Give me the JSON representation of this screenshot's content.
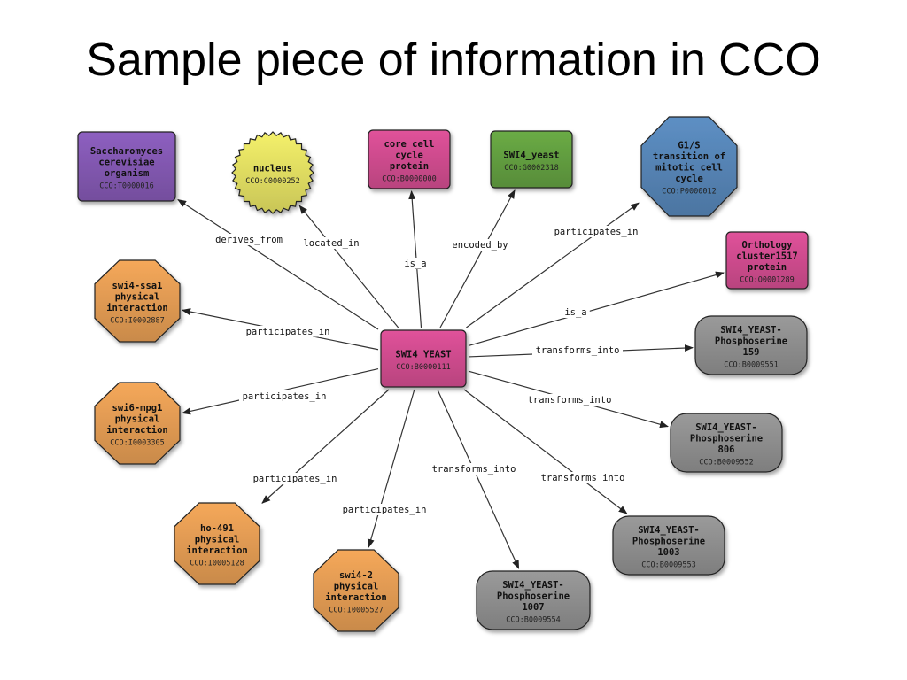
{
  "title": "Sample piece of information in CCO",
  "colors": {
    "purple": "#8d5fc0",
    "yellow": "#f4f06a",
    "magenta": "#e0529a",
    "green": "#6aab45",
    "blue": "#5d8fc4",
    "orange": "#f5a85a",
    "gray": "#9a9a9a"
  },
  "diagram": {
    "center": {
      "lines": [
        "SWI4_YEAST"
      ],
      "id": "CCO:B0000111"
    },
    "nodes": [
      {
        "key": "saccharomyces",
        "lines": [
          "Saccharomyces",
          "cerevisiae",
          "organism"
        ],
        "id": "CCO:T0000016",
        "color": "purple",
        "shape": "roundrect"
      },
      {
        "key": "nucleus",
        "lines": [
          "nucleus"
        ],
        "id": "CCO:C0000252",
        "color": "yellow",
        "shape": "star"
      },
      {
        "key": "core-cell-cycle",
        "lines": [
          "core cell",
          "cycle",
          "protein"
        ],
        "id": "CCO:B0000000",
        "color": "magenta",
        "shape": "roundrect"
      },
      {
        "key": "swi4-yeast-gene",
        "lines": [
          "SWI4_yeast"
        ],
        "id": "CCO:G0002318",
        "color": "green",
        "shape": "roundrect"
      },
      {
        "key": "g1s-transition",
        "lines": [
          "G1/S",
          "transition of",
          "mitotic cell",
          "cycle"
        ],
        "id": "CCO:P0000012",
        "color": "blue",
        "shape": "octagon"
      },
      {
        "key": "orthology-cluster",
        "lines": [
          "Orthology",
          "cluster1517",
          "protein"
        ],
        "id": "CCO:O0001289",
        "color": "magenta",
        "shape": "roundrect"
      },
      {
        "key": "phospho-159",
        "lines": [
          "SWI4_YEAST-",
          "Phosphoserine",
          "159"
        ],
        "id": "CCO:B0009551",
        "color": "gray",
        "shape": "pill"
      },
      {
        "key": "phospho-806",
        "lines": [
          "SWI4_YEAST-",
          "Phosphoserine",
          "806"
        ],
        "id": "CCO:B0009552",
        "color": "gray",
        "shape": "pill"
      },
      {
        "key": "phospho-1003",
        "lines": [
          "SWI4_YEAST-",
          "Phosphoserine",
          "1003"
        ],
        "id": "CCO:B0009553",
        "color": "gray",
        "shape": "pill"
      },
      {
        "key": "phospho-1007",
        "lines": [
          "SWI4_YEAST-",
          "Phosphoserine",
          "1007"
        ],
        "id": "CCO:B0009554",
        "color": "gray",
        "shape": "pill"
      },
      {
        "key": "swi4-2",
        "lines": [
          "swi4-2",
          "physical",
          "interaction"
        ],
        "id": "CCO:I0005527",
        "color": "orange",
        "shape": "octagon"
      },
      {
        "key": "ho-491",
        "lines": [
          "ho-491",
          "physical",
          "interaction"
        ],
        "id": "CCO:I0005128",
        "color": "orange",
        "shape": "octagon"
      },
      {
        "key": "swi6-mpg1",
        "lines": [
          "swi6-mpg1",
          "physical",
          "interaction"
        ],
        "id": "CCO:I0003305",
        "color": "orange",
        "shape": "octagon"
      },
      {
        "key": "swi4-ssa1",
        "lines": [
          "swi4-ssa1",
          "physical",
          "interaction"
        ],
        "id": "CCO:I0002887",
        "color": "orange",
        "shape": "octagon"
      }
    ],
    "edges": [
      {
        "to": "saccharomyces",
        "label": "derives_from"
      },
      {
        "to": "nucleus",
        "label": "located_in"
      },
      {
        "to": "core-cell-cycle",
        "label": "is_a"
      },
      {
        "to": "swi4-yeast-gene",
        "label": "encoded_by"
      },
      {
        "to": "g1s-transition",
        "label": "participates_in"
      },
      {
        "to": "orthology-cluster",
        "label": "is_a"
      },
      {
        "to": "phospho-159",
        "label": "transforms_into"
      },
      {
        "to": "phospho-806",
        "label": "transforms_into"
      },
      {
        "to": "phospho-1003",
        "label": "transforms_into"
      },
      {
        "to": "phospho-1007",
        "label": "transforms_into"
      },
      {
        "to": "swi4-2",
        "label": "participates_in"
      },
      {
        "to": "ho-491",
        "label": "participates_in"
      },
      {
        "to": "swi6-mpg1",
        "label": "participates_in"
      },
      {
        "to": "swi4-ssa1",
        "label": "participates_in"
      }
    ]
  }
}
